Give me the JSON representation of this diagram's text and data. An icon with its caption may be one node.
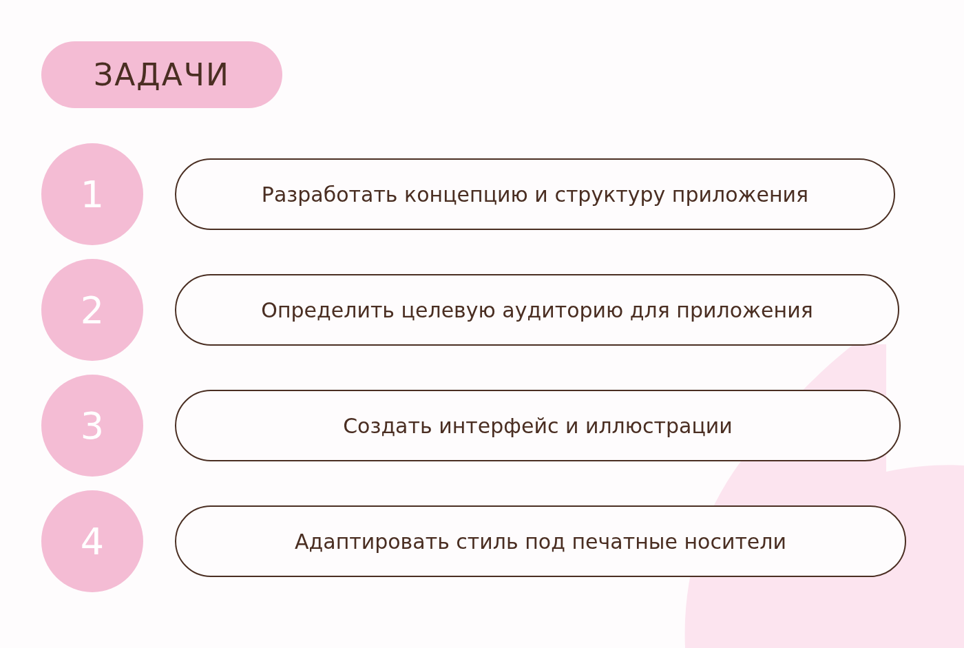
{
  "diagram": {
    "title": "ЗАДАЧИ",
    "nodes": [
      {
        "text": [
          "1"
        ]
      },
      {
        "text": [
          "Разработать концепцию и структуру приложения"
        ]
      },
      {
        "text": [
          "2"
        ]
      },
      {
        "text": [
          "Определить целевую аудиторию для приложения"
        ]
      },
      {
        "text": [
          "3"
        ]
      },
      {
        "text": [
          "Создать интерфейс и иллюстрации"
        ]
      },
      {
        "text": [
          "4"
        ]
      },
      {
        "text": [
          "Адаптировать стиль под печатные носители"
        ]
      }
    ],
    "edges": []
  }
}
